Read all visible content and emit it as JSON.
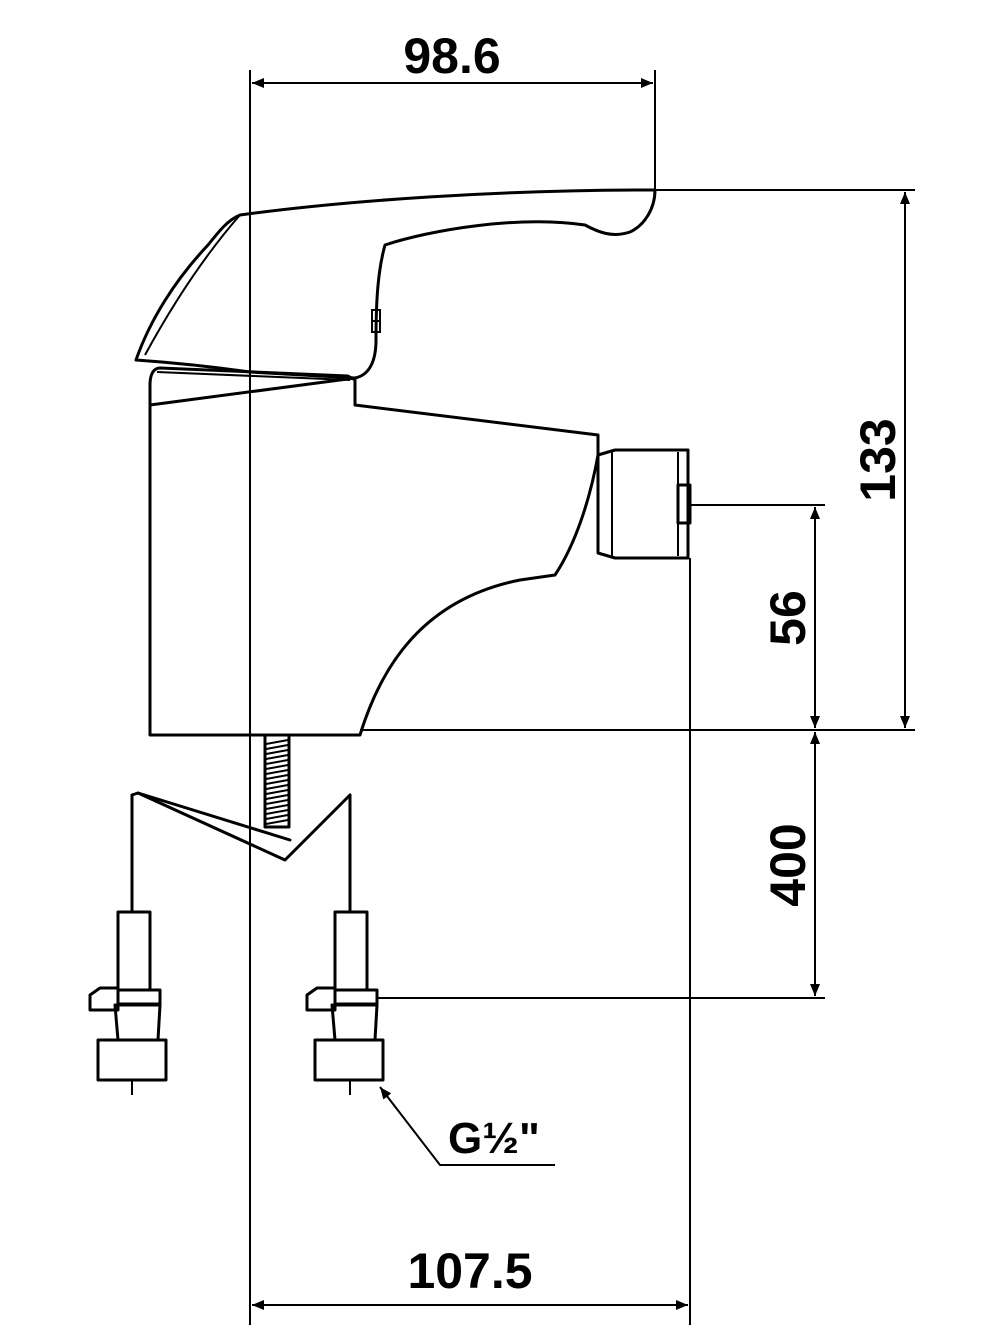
{
  "drawing": {
    "dimensions": {
      "top_width": "98.6",
      "overall_height": "133",
      "outlet_height": "56",
      "hose_length": "400",
      "bottom_width": "107.5"
    },
    "thread": {
      "prefix": "G",
      "fraction": "½",
      "inch_mark": "\""
    },
    "colors": {
      "stroke": "#000000",
      "background": "#ffffff"
    }
  }
}
